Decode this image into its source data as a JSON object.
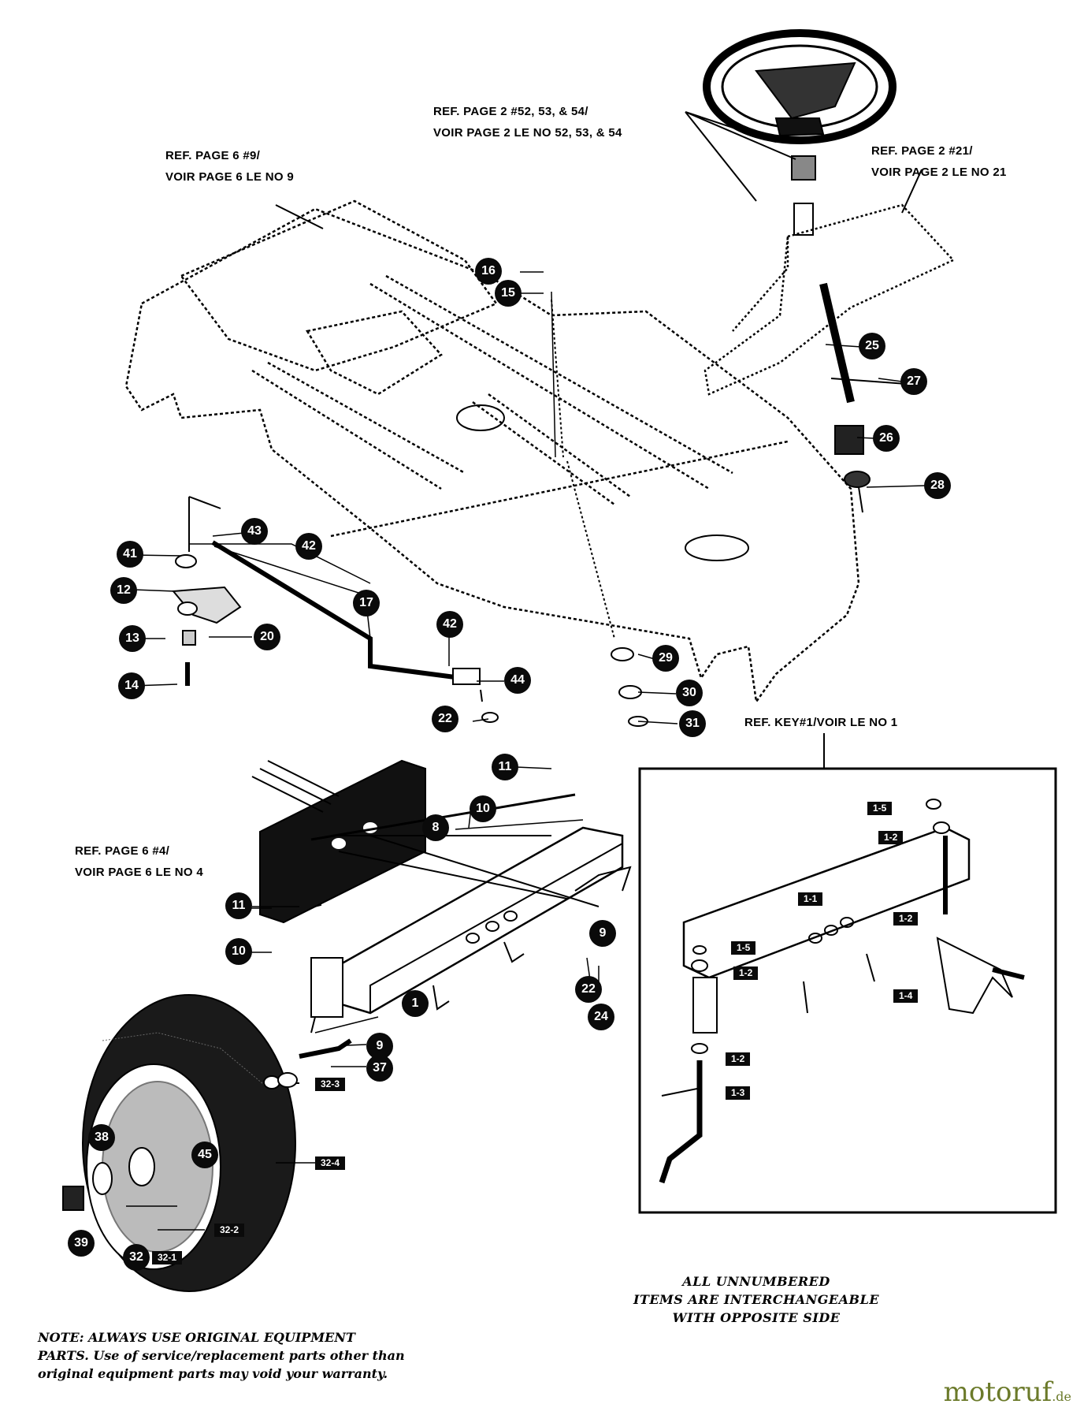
{
  "refs": {
    "steering_wheel": {
      "line1": "REF. PAGE 2 #52, 53, & 54/",
      "line2": "VOIR PAGE 2 LE NO 52, 53, & 54"
    },
    "frame": {
      "line1": "REF. PAGE 6 #9/",
      "line2": "VOIR PAGE 6 LE NO 9"
    },
    "steering_support": {
      "line1": "REF. PAGE 2 #21/",
      "line2": "VOIR PAGE 2 LE NO 21"
    },
    "key1": {
      "line1": "REF. KEY#1/VOIR LE NO 1"
    },
    "bracket": {
      "line1": "REF. PAGE 6 #4/",
      "line2": "VOIR PAGE 6 LE NO 4"
    }
  },
  "callouts": [
    "16",
    "15",
    "25",
    "27",
    "26",
    "28",
    "43",
    "41",
    "42",
    "12",
    "17",
    "13",
    "20",
    "14",
    "42",
    "44",
    "29",
    "30",
    "31",
    "22",
    "11",
    "10",
    "8",
    "11",
    "10",
    "1",
    "9",
    "22",
    "24",
    "9",
    "37",
    "38",
    "45",
    "39",
    "32"
  ],
  "inset_tags": [
    "1-5",
    "1-2",
    "1-1",
    "1-2",
    "1-5",
    "1-2",
    "1-4",
    "1-2",
    "1-3"
  ],
  "wheel_tags": [
    "32-3",
    "32-4",
    "32-2",
    "32-1"
  ],
  "notes": {
    "left": {
      "line1": "NOTE: ALWAYS USE ORIGINAL EQUIPMENT",
      "line2": "PARTS. Use of service/replacement parts other than",
      "line3": "original equipment parts may void your warranty."
    },
    "right": {
      "line1": "ALL UNNUMBERED",
      "line2": "ITEMS ARE INTERCHANGEABLE",
      "line3": "WITH OPPOSITE SIDE"
    }
  },
  "watermark": {
    "brand": "motoruf",
    "suffix": ".de"
  }
}
